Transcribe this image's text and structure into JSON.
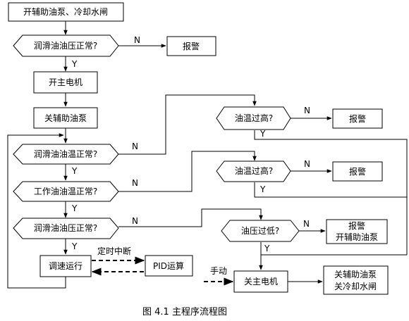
{
  "flowchart": {
    "start": "开辅助油泵、冷却水闸",
    "q_lube_pressure_1": "润滑油油压正常?",
    "alarm": "报警",
    "start_main_motor": "开主电机",
    "stop_aux_pump": "关辅助油泵",
    "q_lube_temp": "润滑油油温正常?",
    "q_work_oil_temp": "工作油油温正常?",
    "q_lube_pressure_2": "润滑油油压正常?",
    "speed_regulation": "调速运行",
    "timer_interrupt": "定时中断",
    "pid": "PID运算",
    "q_temp_high_1": "油温过高?",
    "q_temp_high_2": "油温过高?",
    "q_pressure_low": "油压过低?",
    "alarm_aux_line1": "报警",
    "alarm_aux_line2": "开辅助油泵",
    "manual": "手动",
    "stop_main_motor": "关主电机",
    "final_line1": "关辅助油泵",
    "final_line2": "关冷却水闸",
    "yes": "Y",
    "no": "N"
  },
  "caption": "图 4.1   主程序流程图"
}
